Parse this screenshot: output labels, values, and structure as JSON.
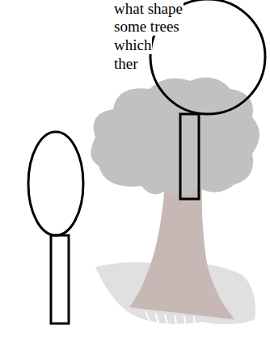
{
  "diagram": {
    "labels": [
      "what shape",
      "some trees",
      "which",
      "ther"
    ]
  }
}
